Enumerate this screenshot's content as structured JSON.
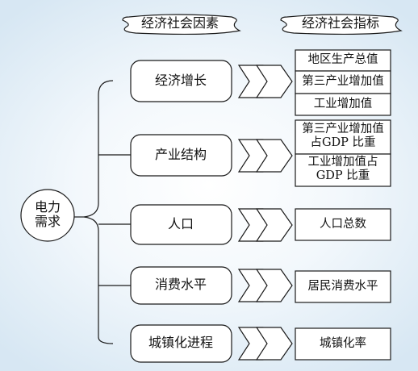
{
  "headers": {
    "factors": "经济社会因素",
    "indicators": "经济社会指标"
  },
  "root": {
    "line1": "电力",
    "line2": "需求"
  },
  "factors": [
    {
      "label": "经济增长",
      "indicators": [
        "地区生产总值",
        "第三产业增加值",
        "工业增加值"
      ]
    },
    {
      "label": "产业结构",
      "indicators": [
        [
          "第三产业增加值",
          "占GDP 比重"
        ],
        [
          "工业增加值占",
          "GDP 比重"
        ]
      ]
    },
    {
      "label": "人口",
      "indicators": [
        "人口总数"
      ]
    },
    {
      "label": "消费水平",
      "indicators": [
        "居民消费水平"
      ]
    },
    {
      "label": "城镇化进程",
      "indicators": [
        "城镇化率"
      ]
    }
  ],
  "colors": {
    "background": "#e4eef7",
    "line": "#1a1a1a",
    "box": "#ffffff"
  }
}
